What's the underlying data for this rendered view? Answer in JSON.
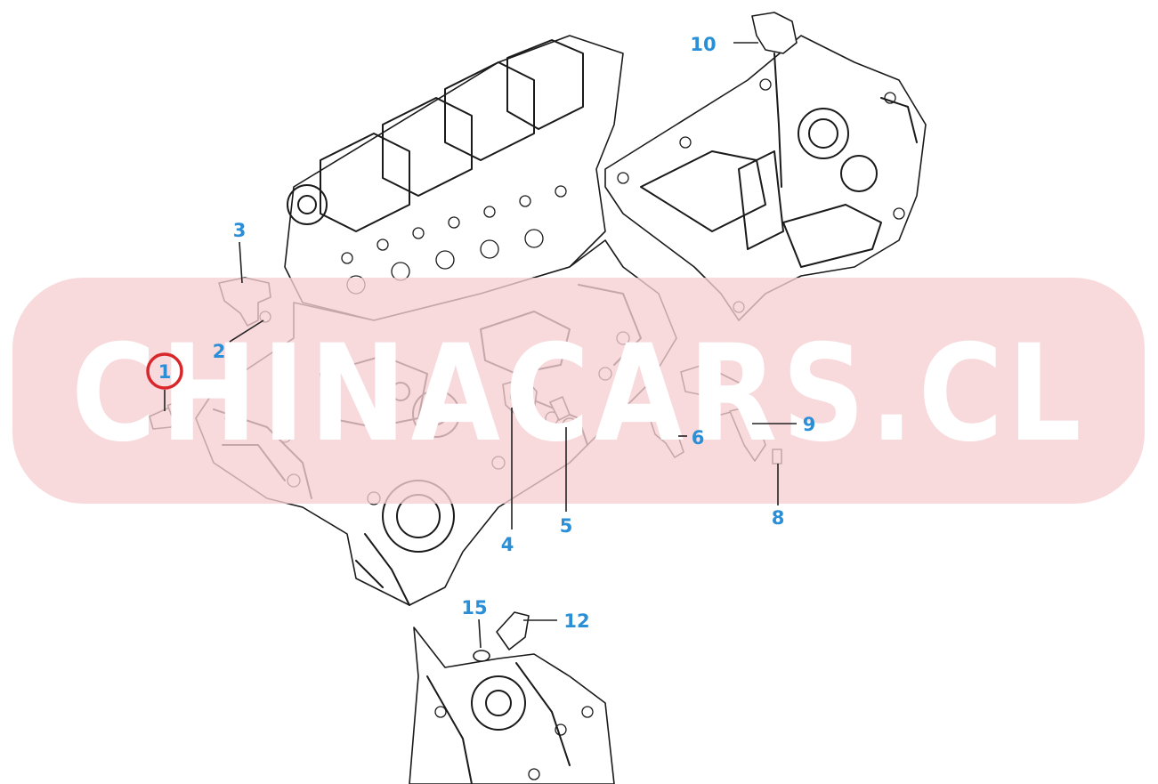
{
  "colors": {
    "label": "#2a8fd6",
    "highlight_circle": "#d8262a",
    "watermark_band": "#f6cfd2",
    "watermark_text": "#ffffff",
    "line": "#1a1a1a"
  },
  "watermark": {
    "text": "CHINACARS.CL"
  },
  "labels": {
    "p1": "1",
    "p2": "2",
    "p3": "3",
    "p4": "4",
    "p5": "5",
    "p6": "6",
    "p8": "8",
    "p9": "9",
    "p10": "10",
    "p12": "12",
    "p15": "15"
  },
  "highlighted_part": "1"
}
